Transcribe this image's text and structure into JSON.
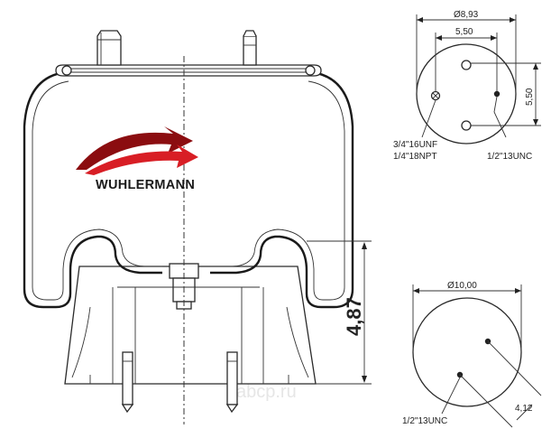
{
  "brand": {
    "name": "WUHLERMANN",
    "colors": {
      "swoosh_dark": "#8b0d10",
      "swoosh_red": "#d81e25",
      "text": "#1a1a1a"
    }
  },
  "watermark": "abcp.ru",
  "side_view": {
    "height_dim": "4,87"
  },
  "top_plate": {
    "diameter": "Ø8,93",
    "bolt_spacing_h": "5,50",
    "bolt_spacing_v": "5,50",
    "air_fitting_callout": [
      "3/4\"16UNF",
      "1/4\"18NPT"
    ],
    "stud_callout": "1/2\"13UNC"
  },
  "bottom_plate": {
    "diameter": "Ø10,00",
    "stud_offset": "4,12",
    "stud_callout": "1/2\"13UNC"
  }
}
